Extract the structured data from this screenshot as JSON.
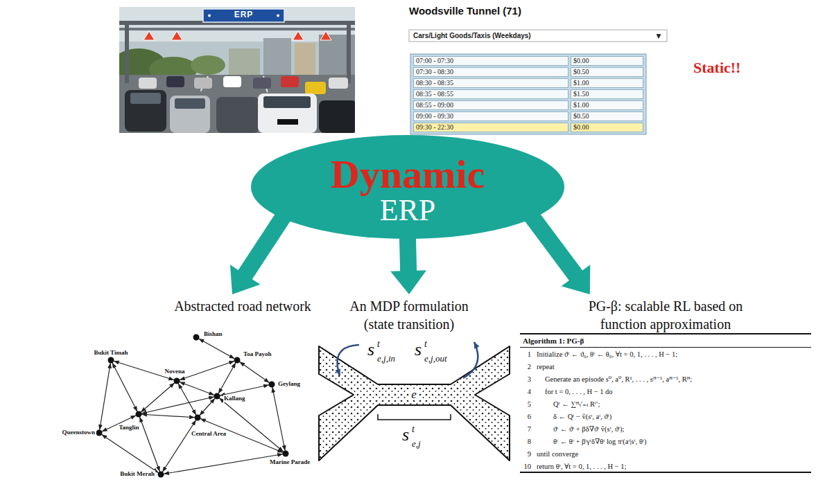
{
  "diagram": {
    "nodes": [
      {
        "text": [
          "Dynamic",
          "ERP"
        ]
      },
      {
        "text": [
          "Abstracted road network"
        ]
      },
      {
        "text": [
          "An MDP formulation (state transition)"
        ]
      },
      {
        "text": [
          "PG-β: scalable RL based on function approximation"
        ]
      },
      {
        "text": [
          "Algorithm 1: PG-β",
          "1",
          "Initialize ϑᵗ ← ϑ₀, θᵗ ← θ₀, ∀t = 0, 1, . . . , H − 1;",
          "2",
          "repeat",
          "3",
          "Generate an episode s⁰, a⁰, R¹, . . . , sᴴ⁻¹, aᴴ⁻¹, Rᴴ;",
          "4",
          "for t = 0, . . . , H − 1 do",
          "5",
          "Qᵗ ← ∑ᴴₜ′₌ₜ Rᵗ′;",
          "6",
          "δ ← Qᵗ − v̂(sᵗ, aᵗ, ϑᵗ)",
          "7",
          "ϑᵗ ← ϑᵗ + βδ∇ϑᵗ v̂(sᵗ, ϑᵗ);",
          "8",
          "θᵗ ← θᵗ + βᵗγᵗδ∇θᵗ log πᵗ(aᵗ|sᵗ, θᵗ)",
          "9",
          "until converge",
          "10",
          "return θᵗ, ∀t = 0, 1, . . . , H − 1;"
        ],
        "in": 3
      }
    ],
    "edges": [
      {
        "from": 0,
        "to": 1,
        "arrow": "to"
      },
      {
        "from": 0,
        "to": 2,
        "arrow": "to"
      },
      {
        "from": 0,
        "to": 3,
        "arrow": "to"
      }
    ],
    "labels": [
      "ERP",
      "Woodsville Tunnel (71)",
      "Cars/Light Goods/Taxis (Weekdays)",
      "▼",
      "07:00 - 07:30",
      "$0.00",
      "07:30 - 08:30",
      "$0.50",
      "08:30 - 08:35",
      "$1.00",
      "08:35 - 08:55",
      "$1.50",
      "08:55 - 09:00",
      "$1.00",
      "09:00 - 09:30",
      "$0.50",
      "09:30 - 22:30",
      "$0.00",
      "Static!!",
      "Bishan",
      "Bukit Timah",
      "Toa Payoh",
      "Novena",
      "Kallang",
      "Geylang",
      "Tanglin",
      "Central Area",
      "Queenstown",
      "Marine Parade",
      "Bukit Merah",
      "s",
      "t",
      "e,j,in",
      "s",
      "t",
      "e,j,out",
      "e",
      "s",
      "t",
      "e,j"
    ]
  }
}
